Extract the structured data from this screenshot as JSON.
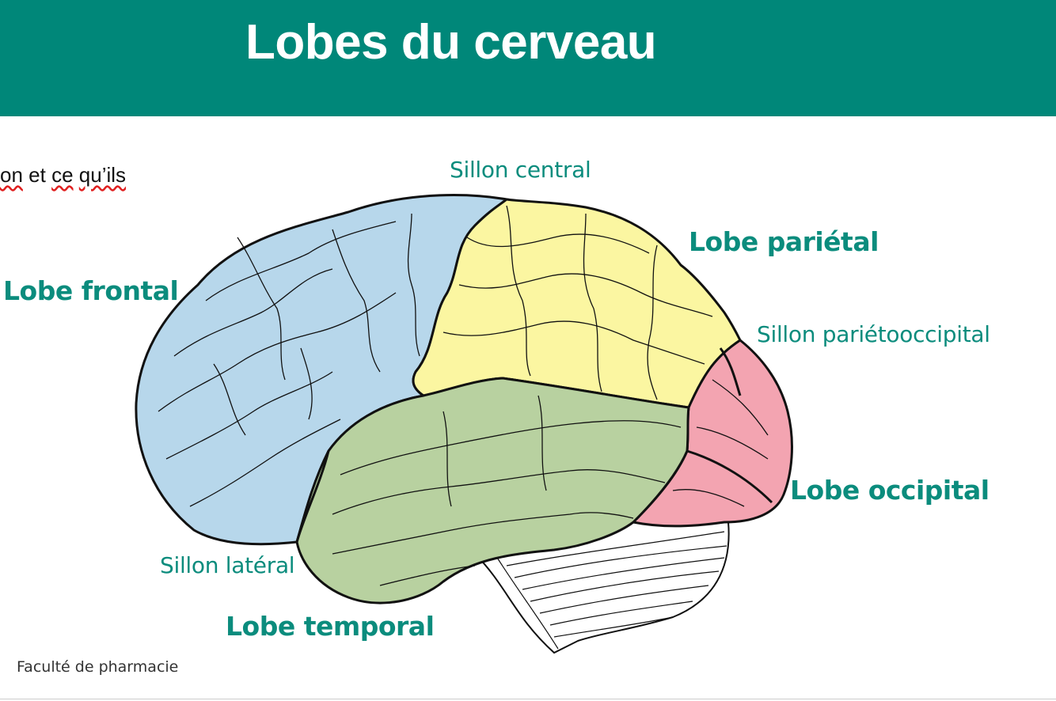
{
  "header": {
    "title": "Lobes du cerveau",
    "color": "#008779"
  },
  "snippet": {
    "words": [
      "on",
      "et",
      "ce",
      "qu’ils"
    ]
  },
  "labels": {
    "sillon_central": "Sillon central",
    "lobe_parietal": "Lobe pariétal",
    "lobe_frontal": "Lobe frontal",
    "sillon_parietooccipital": "Sillon pariétooccipital",
    "lobe_occipital": "Lobe occipital",
    "sillon_lateral": "Sillon latéral",
    "lobe_temporal": "Lobe temporal"
  },
  "footer": {
    "text": "Faculté de pharmacie"
  },
  "colors": {
    "frontal": "#b7d7eb",
    "parietal": "#fbf6a1",
    "temporal": "#b8d1a0",
    "occipital": "#f3a4b1",
    "label": "#0b8c7d"
  }
}
